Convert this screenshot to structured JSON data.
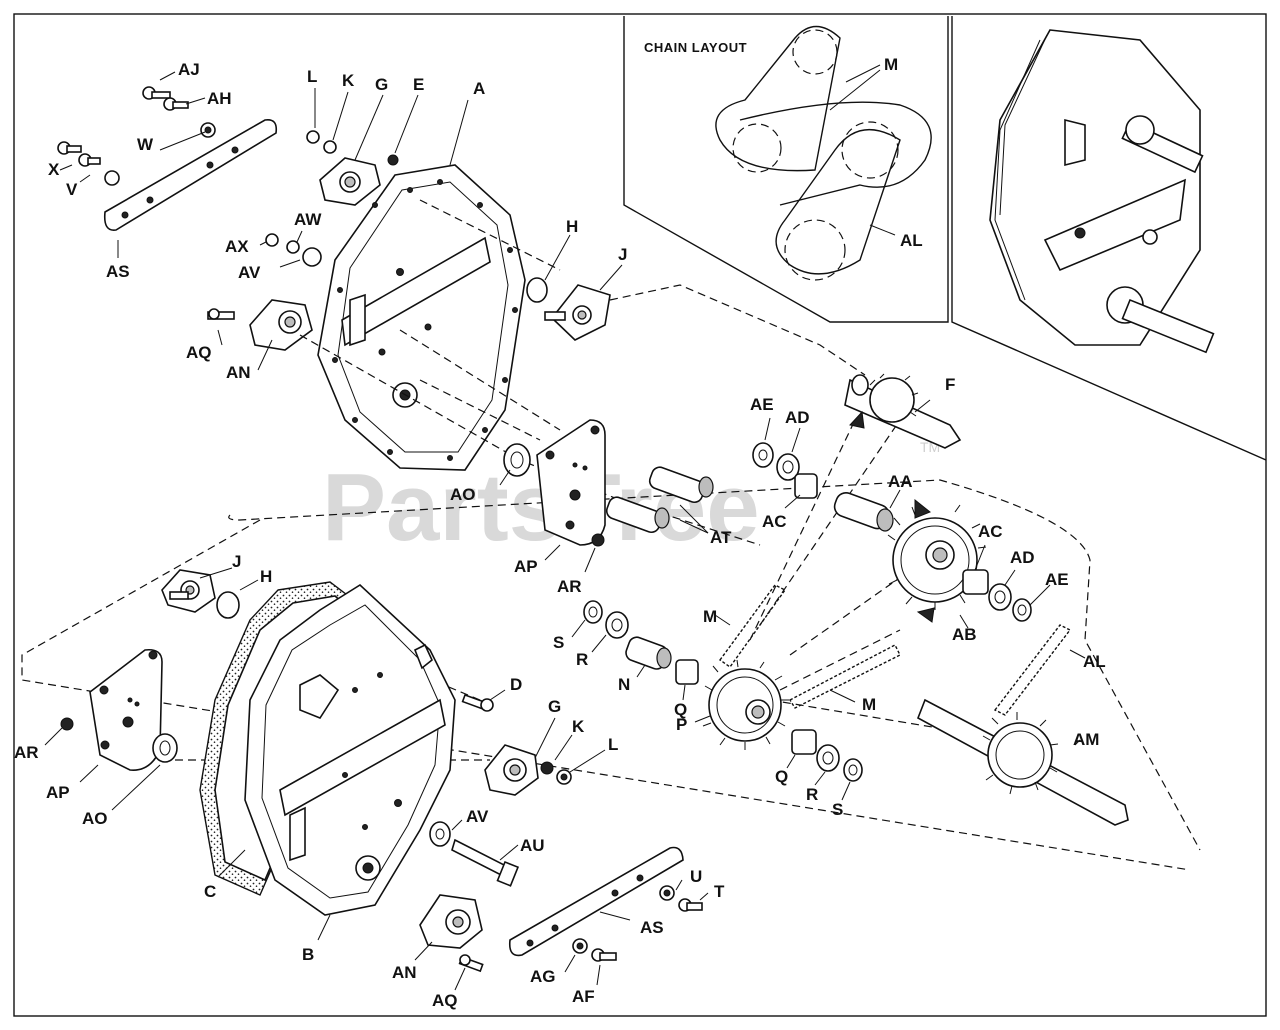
{
  "watermark": {
    "text": "PartsTree",
    "tm": "TM"
  },
  "inset": {
    "title": "CHAIN LAYOUT",
    "labels": {
      "m": "M",
      "al": "AL"
    }
  },
  "callouts": {
    "aj": "AJ",
    "ah": "AH",
    "w": "W",
    "x": "X",
    "v": "V",
    "as_top": "AS",
    "l_top": "L",
    "k_top": "K",
    "g_top": "G",
    "e": "E",
    "a": "A",
    "ax": "AX",
    "aw": "AW",
    "av_top": "AV",
    "h_top": "H",
    "j_top": "J",
    "aq_top": "AQ",
    "an_top": "AN",
    "f": "F",
    "ae_top": "AE",
    "ad_top": "AD",
    "aa": "AA",
    "ac_top": "AC",
    "ao_top": "AO",
    "at": "AT",
    "ar_top": "AR",
    "ap_top": "AP",
    "ac_right": "AC",
    "ad_right": "AD",
    "ae_right": "AE",
    "ab": "AB",
    "j_bot": "J",
    "h_bot": "H",
    "s_top": "S",
    "r_top": "R",
    "m_mid": "M",
    "n": "N",
    "q_top": "Q",
    "d": "D",
    "al": "AL",
    "m_bot": "M",
    "p": "P",
    "g_bot": "G",
    "k_bot": "K",
    "l_bot": "L",
    "am": "AM",
    "ar_bot": "AR",
    "ap_bot": "AP",
    "ao_bot": "AO",
    "q_bot": "Q",
    "r_bot": "R",
    "s_bot": "S",
    "av_bot": "AV",
    "au": "AU",
    "c": "C",
    "b": "B",
    "u": "U",
    "t": "T",
    "as_bot": "AS",
    "an_bot": "AN",
    "ag": "AG",
    "af": "AF",
    "aq_bot": "AQ"
  }
}
